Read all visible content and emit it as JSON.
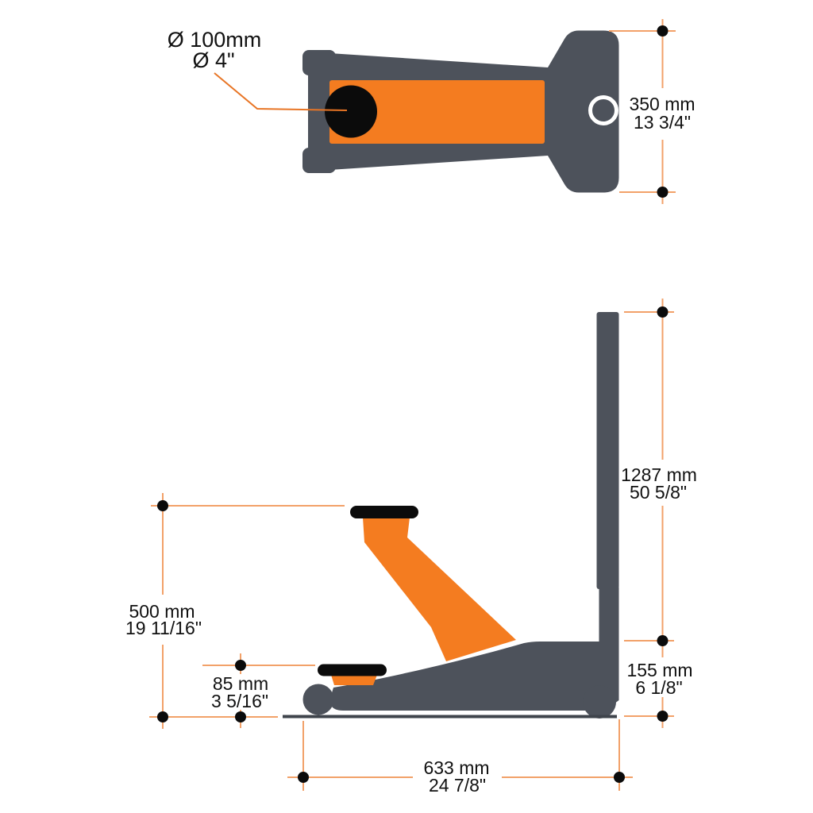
{
  "diagram_type": "floor-jack-technical-dimensions",
  "colors": {
    "body_gray": "#4d525b",
    "accent_orange": "#f47c20",
    "dimension_line_orange": "#f2a169",
    "leader_line_orange": "#e87525",
    "marker_black": "#0b0b0b",
    "ground_line_gray": "#3f444c",
    "text_black": "#111111"
  },
  "top_view": {
    "saddle_diameter_metric": "Ø 100mm",
    "saddle_diameter_imperial": "Ø 4\"",
    "overall_width_metric": "350 mm",
    "overall_width_imperial": "13 3/4\""
  },
  "side_view": {
    "handle_height_metric": "1287 mm",
    "handle_height_imperial": "50 5/8\"",
    "max_lift_height_metric": "500 mm",
    "max_lift_height_imperial": "19 11/16\"",
    "min_height_metric": "85 mm",
    "min_height_imperial": "3 5/16\"",
    "rear_height_metric": "155 mm",
    "rear_height_imperial": "6 1/8\"",
    "length_metric": "633 mm",
    "length_imperial": "24 7/8\""
  }
}
